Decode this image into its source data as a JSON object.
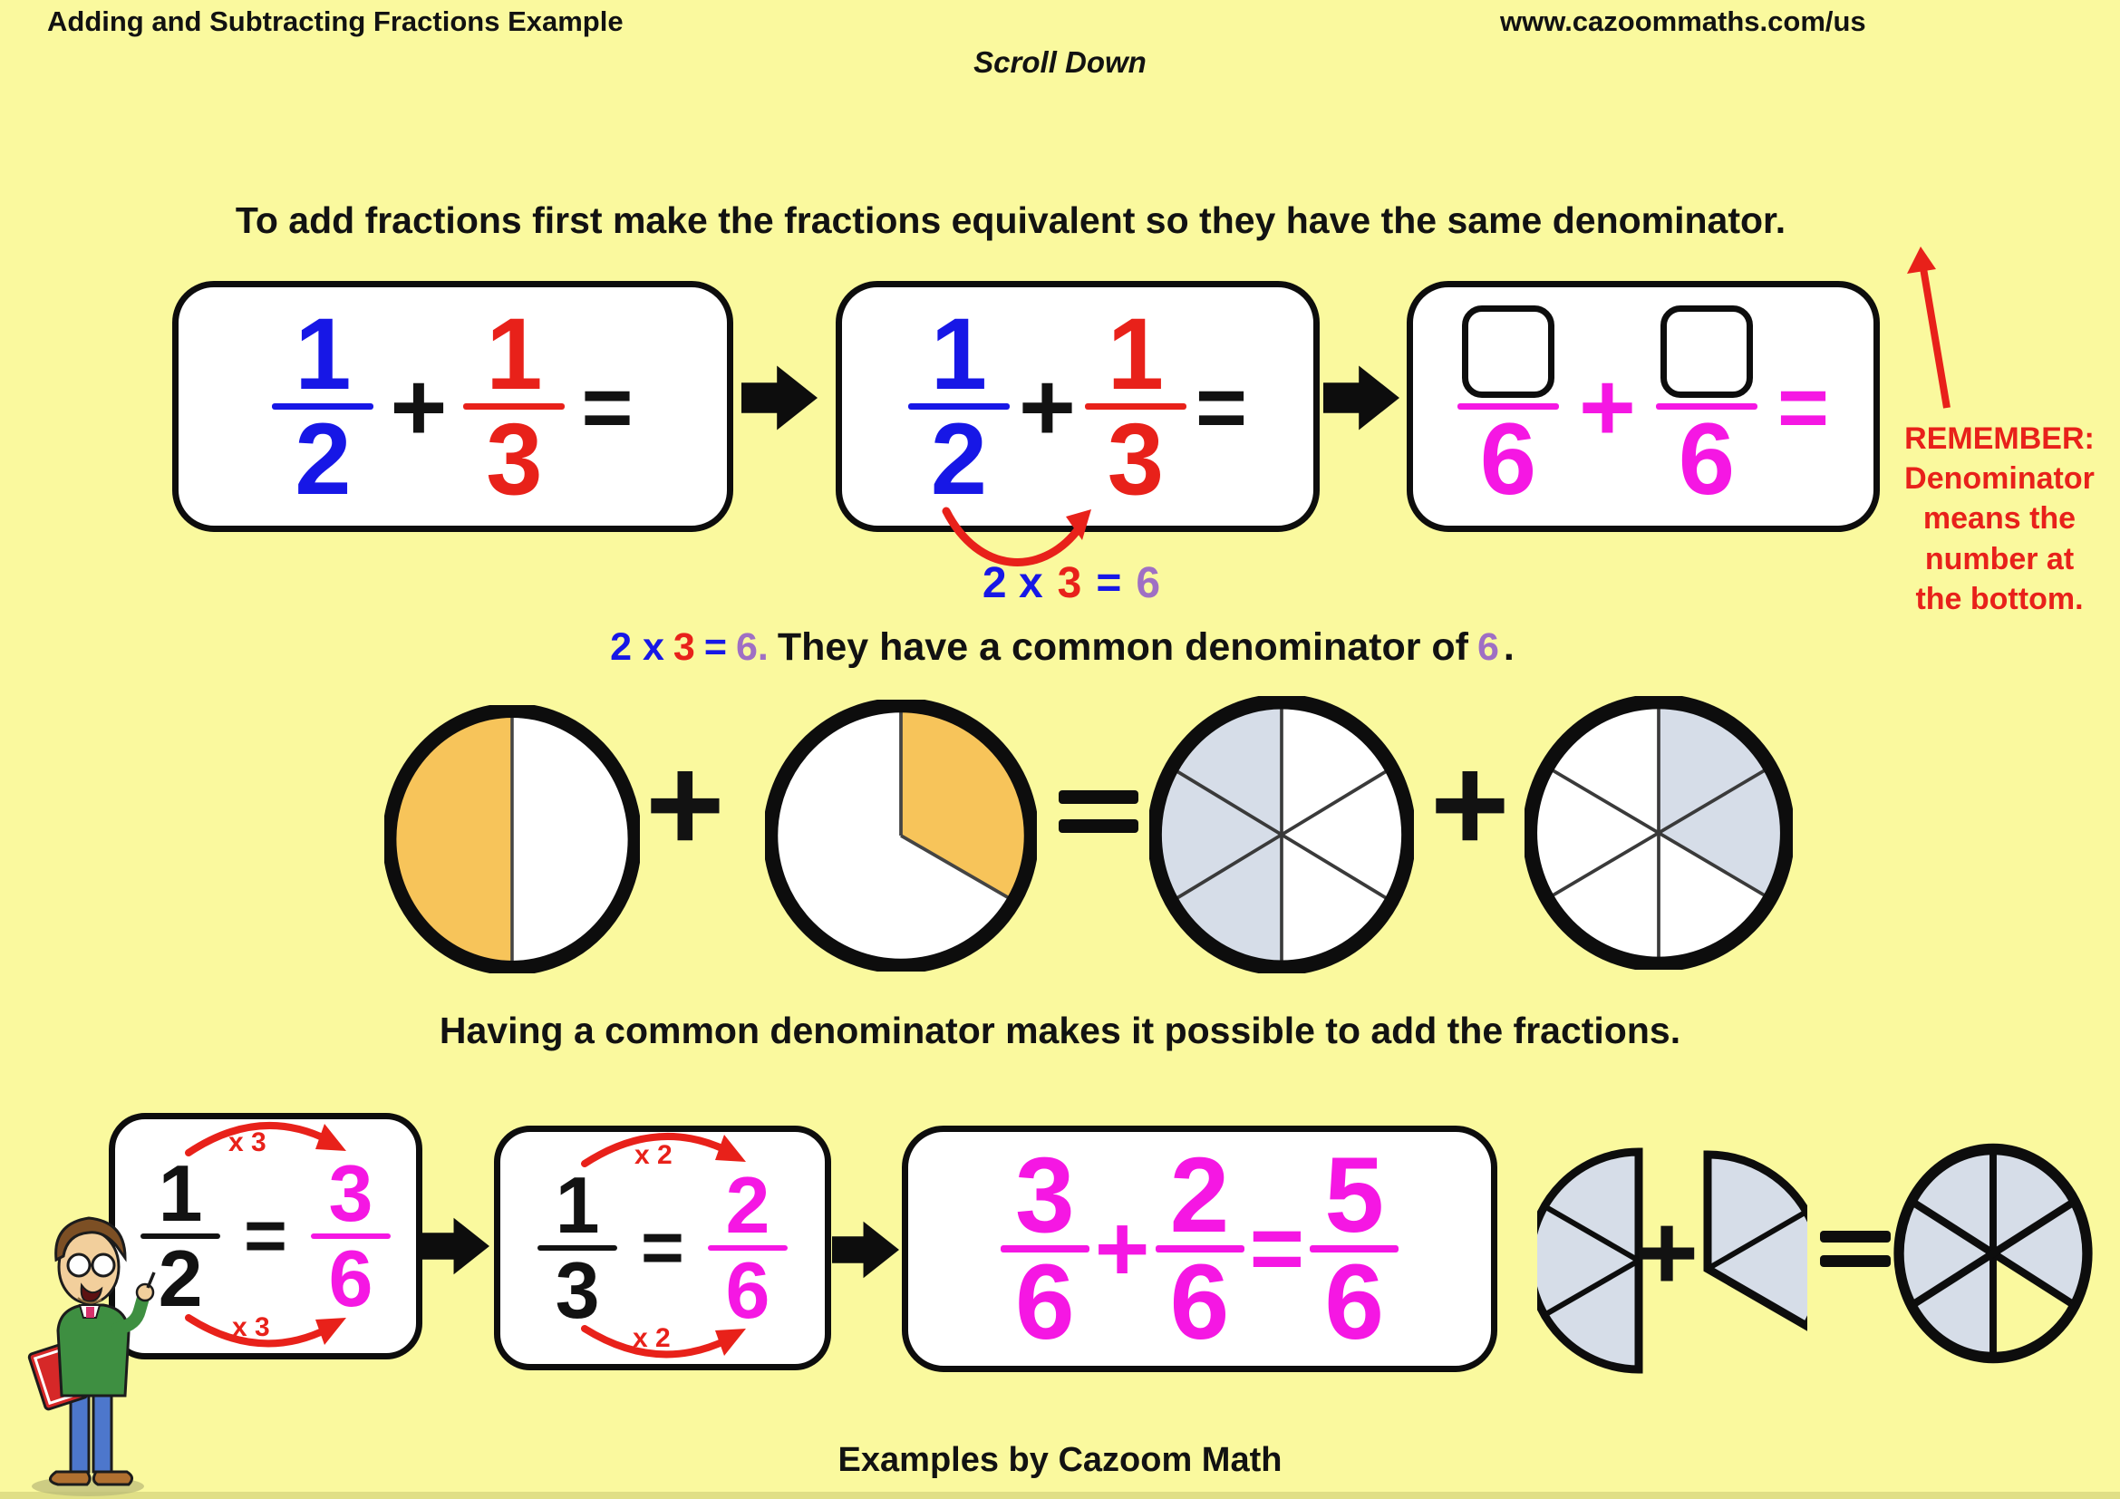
{
  "page": {
    "title": "Adding and Subtracting Fractions Example",
    "url": "www.cazoommaths.com/us",
    "scroll_hint": "Scroll Down",
    "footer": "Examples by Cazoom Math"
  },
  "colors": {
    "background": "#FAF99E",
    "blue": "#1717E6",
    "red": "#E8211A",
    "magenta": "#F517E3",
    "purple": "#9F6FC4",
    "orange_fill": "#F7C45A",
    "sixths_fill": "#D6DDE8",
    "black": "#121212"
  },
  "instructions": {
    "step1": "To add fractions first make the fractions equivalent so they have the same denominator.",
    "step2": "Having a common denominator makes it possible to add the fractions."
  },
  "remember": {
    "lines": [
      "REMEMBER:",
      "Denominator",
      "means the",
      "number at",
      "the bottom."
    ]
  },
  "ops": {
    "plus": "+",
    "equals": "="
  },
  "row1": {
    "box1": {
      "n1": "1",
      "d1": "2",
      "n2": "1",
      "d2": "3"
    },
    "box2": {
      "n1": "1",
      "d1": "2",
      "n2": "1",
      "d2": "3"
    },
    "box3": {
      "den1": "6",
      "den2": "6"
    },
    "multiply_note": {
      "p1": "2 x",
      "p2": "3",
      "p3": "=",
      "p4": "6"
    }
  },
  "common_line": {
    "p1": "2 x",
    "p2": "3",
    "p3": "=",
    "p4": "6.",
    "p5": "They have a common denominator of",
    "p6": "6",
    "p7": "."
  },
  "equivalents": {
    "boxA": {
      "n1": "1",
      "d1": "2",
      "n2": "3",
      "d2": "6",
      "top_label": "x 3",
      "bottom_label": "x 3"
    },
    "boxB": {
      "n1": "1",
      "d1": "3",
      "n2": "2",
      "d2": "6",
      "top_label": "x 2",
      "bottom_label": "x 2"
    },
    "boxC": {
      "n1": "3",
      "d1": "6",
      "n2": "2",
      "d2": "6",
      "n3": "5",
      "d3": "6"
    }
  },
  "diagrams": {
    "middle_row_fractions": [
      "1/2",
      "1/3",
      "3/6",
      "2/6"
    ],
    "bottom_row_fractions": [
      "3/6",
      "2/6",
      "5/6"
    ]
  }
}
